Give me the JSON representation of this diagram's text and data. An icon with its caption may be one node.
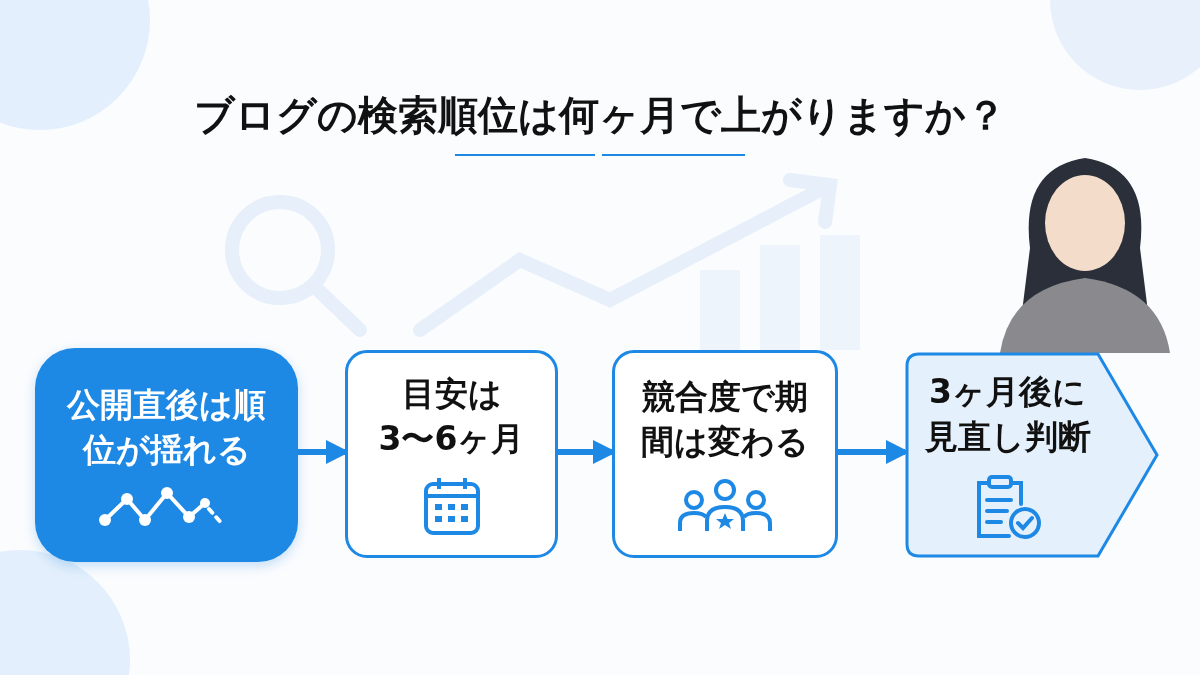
{
  "diagram": {
    "title": "ブログの検索順位は何ヶ月で上がりますか？",
    "nodes": [
      {
        "text": [
          "公開直後は順位が揺れる"
        ]
      },
      {
        "text": [
          "目安は3〜6ヶ月"
        ]
      },
      {
        "text": [
          "競合度で期間は変わる"
        ]
      },
      {
        "text": [
          "3ヶ月後に見直し判断"
        ]
      }
    ],
    "edges": [
      {
        "from": 0,
        "to": 1,
        "arrow": "to"
      },
      {
        "from": 1,
        "to": 2,
        "arrow": "to"
      },
      {
        "from": 2,
        "to": 3,
        "arrow": "to"
      }
    ]
  }
}
